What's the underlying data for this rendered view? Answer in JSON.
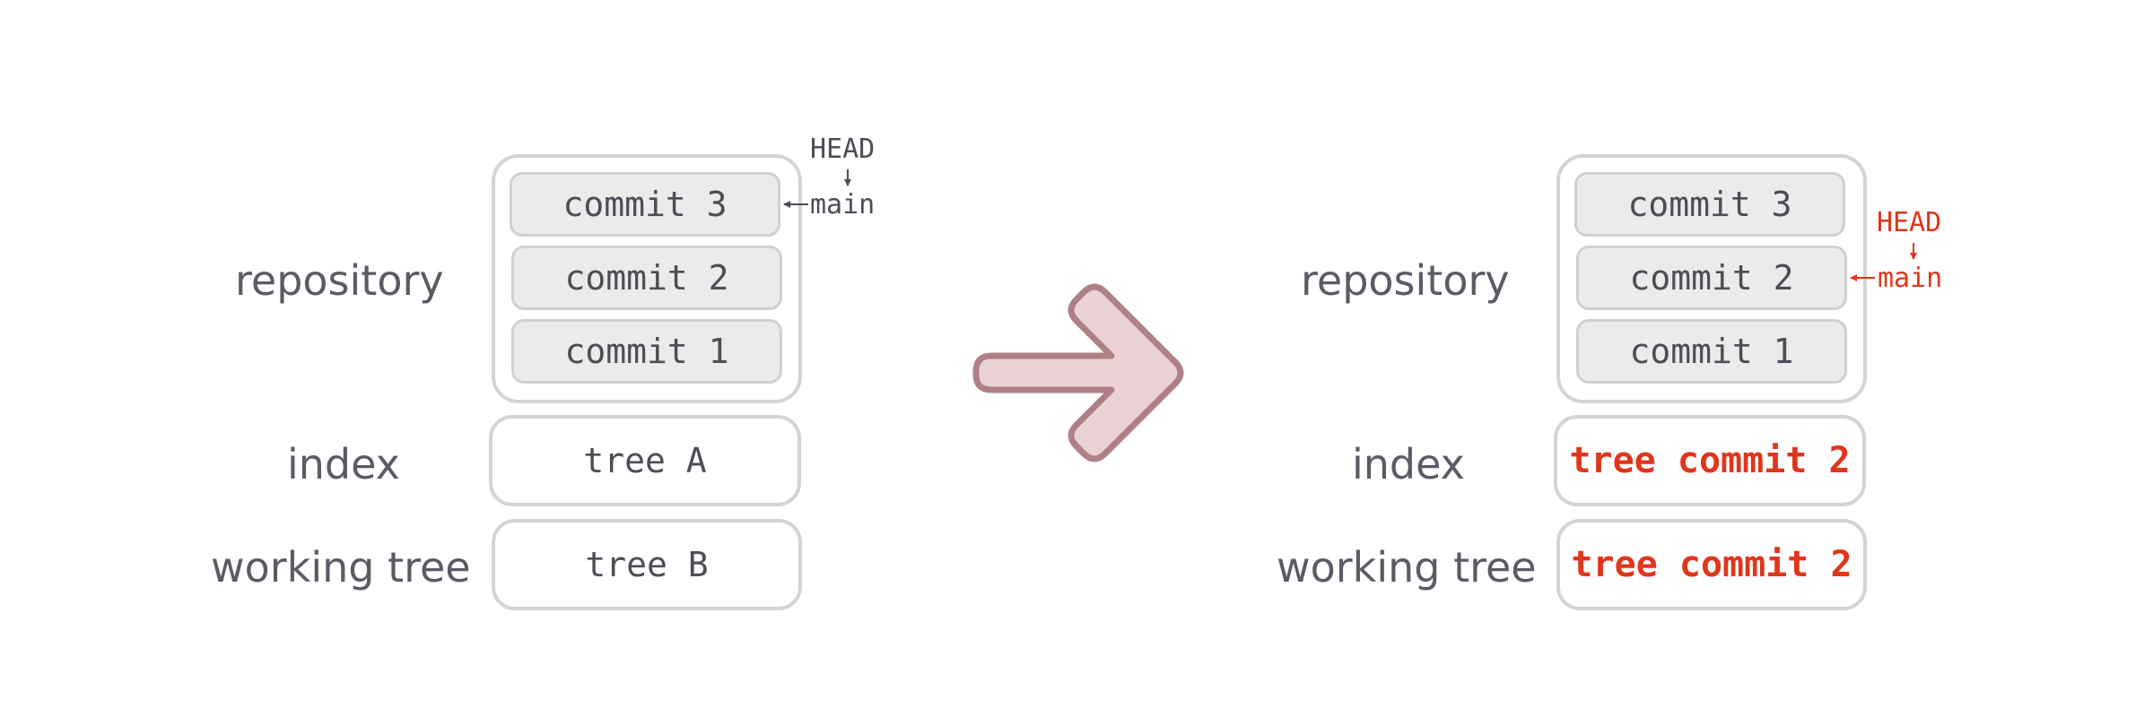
{
  "labels": {
    "repository": "repository",
    "index": "index",
    "working_tree": "working tree"
  },
  "before": {
    "commits": [
      "commit 3",
      "commit 2",
      "commit 1"
    ],
    "head_ref": "HEAD",
    "branch_ref": "main",
    "index_tree": "tree A",
    "working_tree": "tree B"
  },
  "after": {
    "commits": [
      "commit 3",
      "commit 2",
      "commit 1"
    ],
    "head_ref": "HEAD",
    "branch_ref": "main",
    "index_tree": "tree commit 2",
    "working_tree": "tree commit 2"
  },
  "colors": {
    "text": "#4d4d57",
    "changed": "#e0361b",
    "arrow_fill": "#ebd3d5",
    "arrow_stroke": "#b08086"
  }
}
